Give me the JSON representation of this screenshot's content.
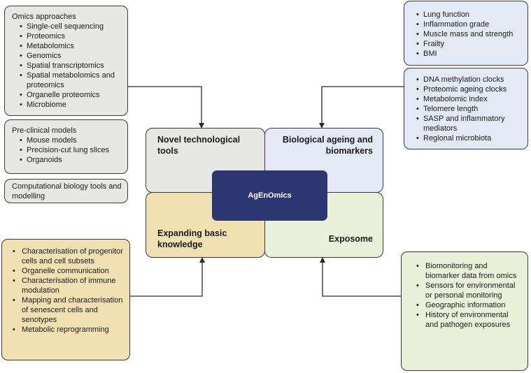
{
  "omics": {
    "heading": "Omics approaches",
    "items": [
      "Single-cell sequencing",
      "Proteomics",
      "Metabolomics",
      "Genomics",
      "Spatial transcriptomics",
      "Spatial metabolomics and proteomics",
      "Organelle proteomics",
      "Microbiome"
    ]
  },
  "preclinical": {
    "heading": "Pre-clinical models",
    "items": [
      "Mouse models",
      "Precision-cut lung slices",
      "Organoids"
    ]
  },
  "computational": {
    "text": "Computational biology tools and modelling"
  },
  "function": {
    "items": [
      "Lung function",
      "Inflammation grade",
      "Muscle mass and strength",
      "Frailty",
      "BMI"
    ]
  },
  "clocks": {
    "items": [
      "DNA methylation clocks",
      "Proteomic ageing clocks",
      "Metabolomic index",
      "Telomere length",
      "SASP and inflammatory mediators",
      "Regional microbiota"
    ]
  },
  "basic": {
    "items": [
      "Characterisation of progenitor cells and cell subsets",
      "Organelle communication",
      "Characterisation of immune modulation",
      "Mapping and characterisation of senescent cells and senotypes",
      "Metabolic reprogramming"
    ]
  },
  "exposome": {
    "items": [
      "Biomonitoring and biomarker data from omics",
      "Sensors for environmental or personal monitoring",
      "Geographic information",
      "History of environmental and pathogen exposures"
    ]
  },
  "quadrants": {
    "tools": "Novel technological tools",
    "ageing": "Biological ageing and biomarkers",
    "basic": "Expanding basic knowledge",
    "exposome": "Exposome"
  },
  "center": {
    "label": "AgEnOmics"
  },
  "colors": {
    "grey": "#e7e7e6",
    "blue": "#e4e9f6",
    "yellow": "#f1e1b2",
    "green": "#e9f1d9",
    "center": "#2c3670",
    "line": "#2a2a2a"
  }
}
